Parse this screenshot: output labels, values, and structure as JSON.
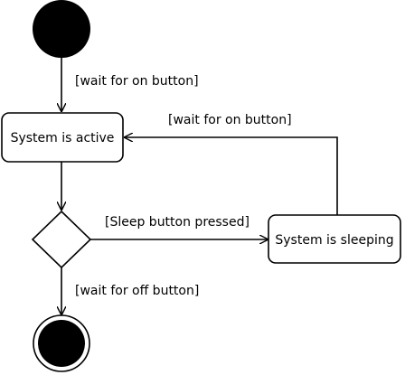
{
  "nodes": {
    "active": "System is active",
    "sleeping": "System is sleeping"
  },
  "edges": {
    "start_to_active": "[wait for on button]",
    "sleeping_to_active": "[wait for on button]",
    "decision_to_sleeping": "[Sleep button pressed]",
    "decision_to_end": "[wait for off button]"
  },
  "colors": {
    "stroke": "#000000",
    "fill": "#ffffff",
    "node_fill": "#000000"
  }
}
